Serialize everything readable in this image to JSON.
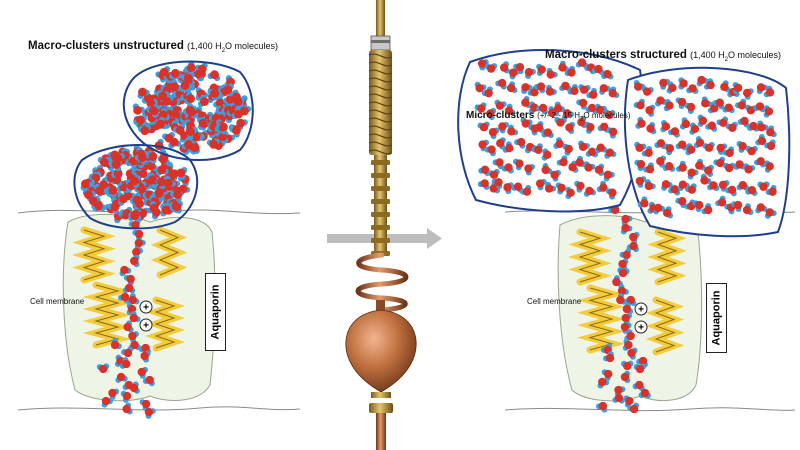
{
  "left": {
    "title_main": "Macro-clusters unstructured",
    "title_paren": "(1,400 H",
    "title_sub": "2",
    "title_tail": "O molecules)",
    "cell_membrane": "Cell membrane",
    "aquaporin": "Aquaporin"
  },
  "right": {
    "title_main": "Macro-clusters structured",
    "title_paren": "(1,400 H",
    "title_sub": "2",
    "title_tail": "O molecules)",
    "micro_main": "Micro-clusters",
    "micro_paren": "(+/- 2 - 15 H",
    "micro_sub": "2",
    "micro_tail": "O molecules)",
    "cell_membrane": "Cell membrane",
    "aquaporin": "Aquaporin"
  },
  "ions": [
    "+",
    "+"
  ],
  "colors": {
    "cluster_outline": "#1f3f8a",
    "water_oxygen": "#d8322a",
    "water_hydrogen": "#3aa0de",
    "membrane_fill": "#eef4e6",
    "helix": "#f4cb3c",
    "copper": "#b86a3c",
    "brass": "#b8913a",
    "arrow": "#bdbdbd"
  }
}
